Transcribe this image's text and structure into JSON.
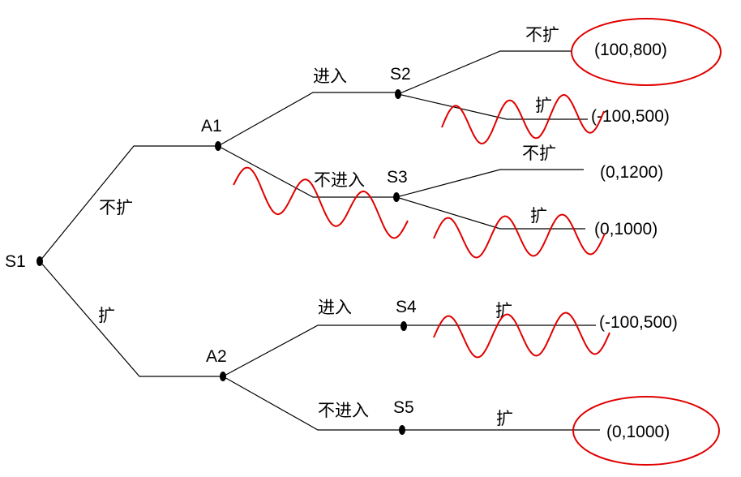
{
  "nodes": {
    "s1": "S1",
    "a1": "A1",
    "a2": "A2",
    "s2": "S2",
    "s3": "S3",
    "s4": "S4",
    "s5": "S5"
  },
  "edges": {
    "s1_a1": "不扩",
    "s1_a2": "扩",
    "a1_s2": "进入",
    "a1_s3": "不进入",
    "a2_s4": "进入",
    "a2_s5": "不进入",
    "s2_up": "不扩",
    "s2_down": "扩",
    "s3_up": "不扩",
    "s3_down": "扩",
    "s4": "扩",
    "s5": "扩"
  },
  "payoffs": {
    "s2_up": "(100,800)",
    "s2_down": "(-100,500)",
    "s3_up": "(0,1200)",
    "s3_down": "(0,1000)",
    "s4": "(-100,500)",
    "s5": "(0,1000)"
  },
  "colors": {
    "annotation": "#e00000"
  }
}
